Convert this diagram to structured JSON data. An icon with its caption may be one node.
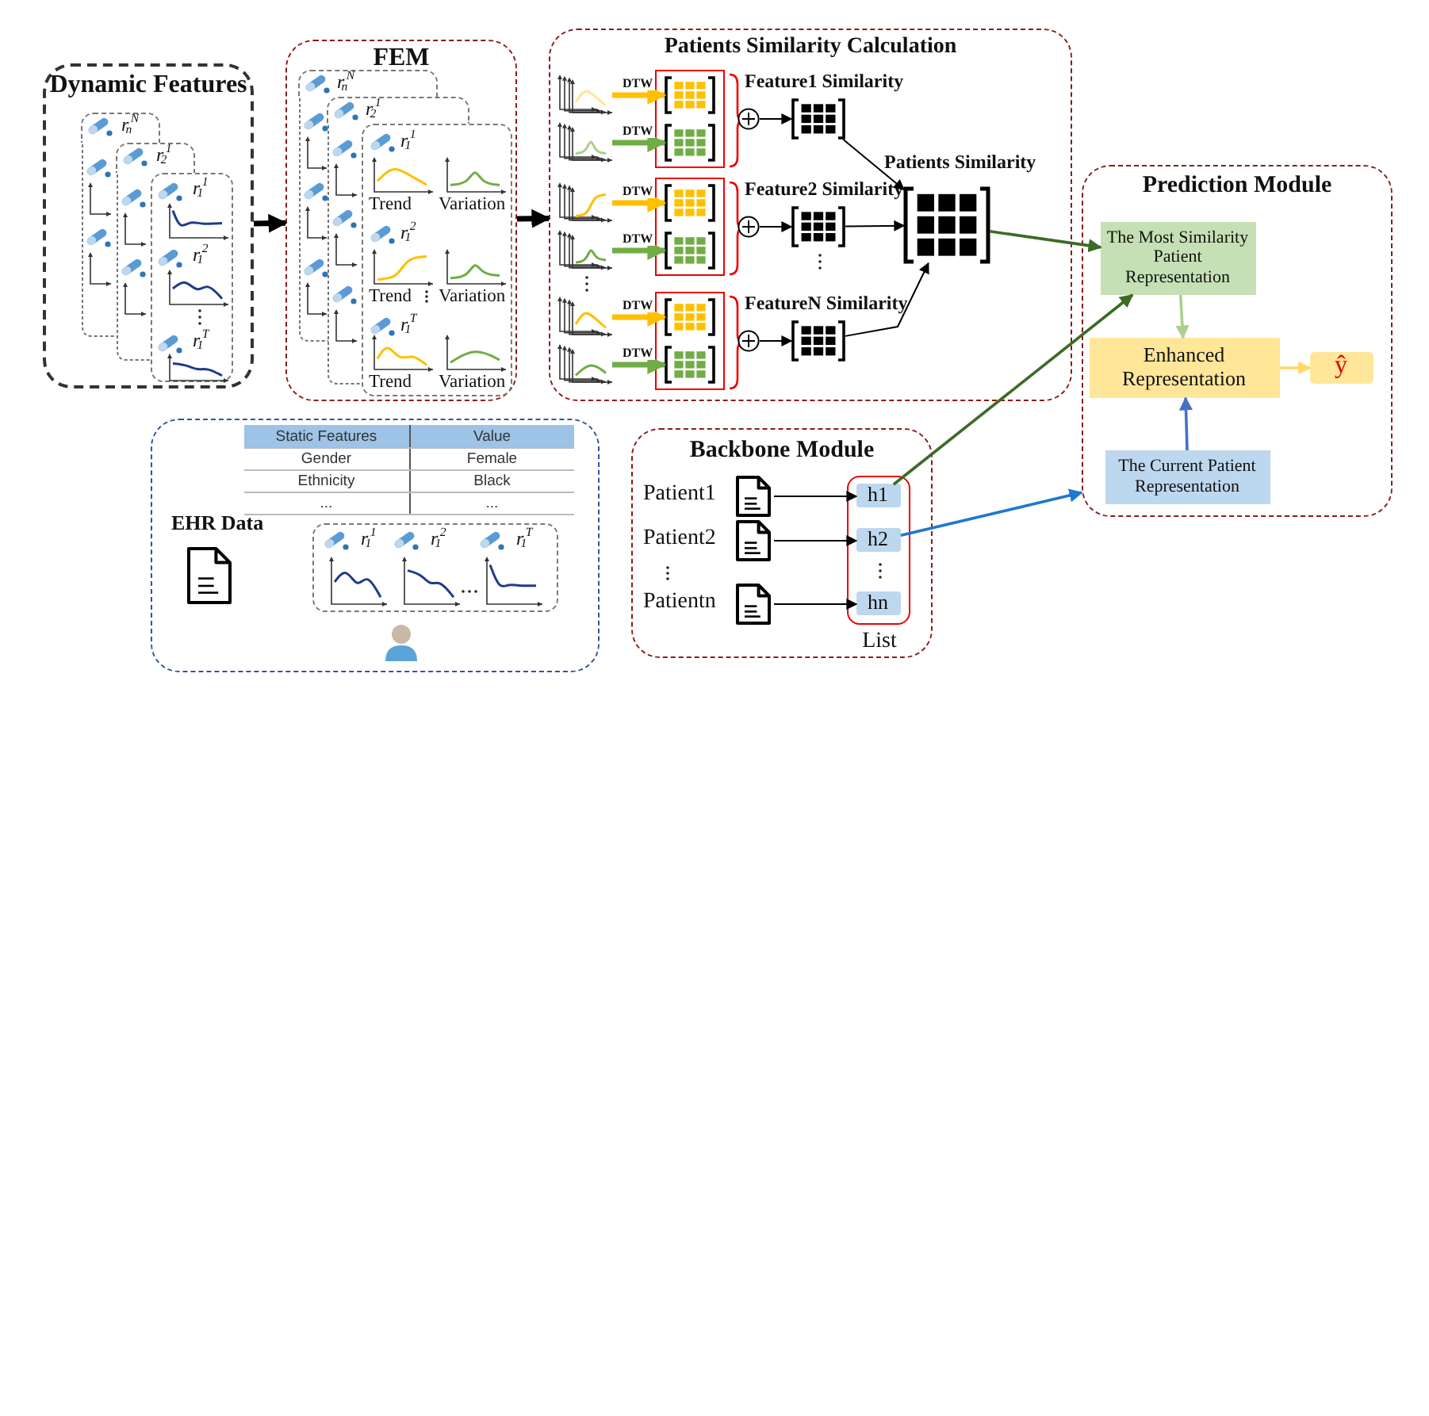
{
  "diagram": {
    "nodes": [
      {
        "text": [
          "Dynamic Features"
        ]
      },
      {
        "text": [
          "r$_{n}$$^{N}$"
        ],
        "in": 0
      },
      {
        "text": [
          "r$_{2}$$^{1}$"
        ],
        "in": 0
      },
      {
        "text": [
          "r$_{1}$$^{1}$",
          "r$_{1}$$^{2}$",
          "r$_{1}$$^{T}$"
        ],
        "in": 0
      },
      {
        "text": [
          "FEM"
        ]
      },
      {
        "text": [
          "r$_{n}$$^{N}$"
        ],
        "in": 4
      },
      {
        "text": [
          "r$_{2}$$^{1}$"
        ],
        "in": 4
      },
      {
        "text": [
          "r$_{1}$$^{1}$",
          "Trend",
          "Variation",
          "r$_{1}$$^{2}$",
          "Trend",
          "Variation",
          "r$_{1}$$^{T}$",
          "Trend",
          "Variation"
        ],
        "in": 4
      },
      {
        "text": [
          "Patients Similarity Calculation"
        ]
      },
      {
        "text": [],
        "shape": "picture",
        "in": 8
      },
      {
        "text": [],
        "shape": "picture",
        "in": 8
      },
      {
        "text": [],
        "shape": "picture",
        "in": 8
      },
      {
        "text": [],
        "shape": "picture",
        "in": 8
      },
      {
        "text": [],
        "shape": "picture",
        "in": 8
      },
      {
        "text": [],
        "shape": "picture",
        "in": 8
      },
      {
        "text": [],
        "shape": "box",
        "in": 8
      },
      {
        "text": [],
        "shape": "picture",
        "in": 15
      },
      {
        "text": [],
        "shape": "picture",
        "in": 15
      },
      {
        "text": [],
        "shape": "box",
        "in": 8
      },
      {
        "text": [],
        "shape": "picture",
        "in": 18
      },
      {
        "text": [],
        "shape": "picture",
        "in": 18
      },
      {
        "text": [],
        "shape": "box",
        "in": 8
      },
      {
        "text": [],
        "shape": "picture",
        "in": 21
      },
      {
        "text": [],
        "shape": "picture",
        "in": 21
      },
      {
        "text": [],
        "shape": "circle",
        "in": 8
      },
      {
        "text": [],
        "shape": "circle",
        "in": 8
      },
      {
        "text": [],
        "shape": "circle",
        "in": 8
      },
      {
        "text": [],
        "shape": "picture",
        "in": 8,
        "beside": [
          "Feature1 Similarity"
        ]
      },
      {
        "text": [],
        "shape": "picture",
        "in": 8,
        "beside": [
          "Feature2 Similarity"
        ]
      },
      {
        "text": [],
        "shape": "picture",
        "in": 8,
        "beside": [
          "FeatureN Similarity"
        ]
      },
      {
        "text": [],
        "shape": "picture",
        "in": 8,
        "beside": [
          "Patients Similarity"
        ]
      },
      {
        "text": [
          "Prediction Module"
        ]
      },
      {
        "text": [
          "The Most Similarity Patient Representation"
        ],
        "in": 31
      },
      {
        "text": [
          "Enhanced Representation"
        ],
        "in": 31
      },
      {
        "text": [
          "ŷ"
        ],
        "in": 31
      },
      {
        "text": [
          "The Current Patient Representation"
        ],
        "in": 31
      },
      {
        "text": [
          "EHR Data"
        ]
      },
      {
        "text": [
          "r$_{1}$$^{1}$",
          "r$_{1}$$^{2}$",
          "r$_{1}$$^{T}$"
        ],
        "in": 36
      },
      {
        "text": [
          "Backbone Module"
        ]
      },
      {
        "text": [
          "Patient1"
        ],
        "in": 38
      },
      {
        "text": [
          "Patient2"
        ],
        "in": 38
      },
      {
        "text": [
          "Patientn"
        ],
        "in": 38
      },
      {
        "text": [],
        "shape": "box",
        "in": 38,
        "beside": [
          "List"
        ]
      },
      {
        "text": [
          "h1"
        ],
        "in": 42
      },
      {
        "text": [
          "h2"
        ],
        "in": 42
      },
      {
        "text": [
          "hn"
        ],
        "in": 42
      }
    ],
    "edges": [
      {
        "from": 0,
        "to": 4,
        "arrow": "to",
        "style": "thick"
      },
      {
        "from": 4,
        "to": 8,
        "arrow": "to",
        "style": "thick"
      },
      {
        "from": 9,
        "to": 16,
        "arrow": "to",
        "label": "DTW",
        "style": "thick",
        "color": "#ffc000"
      },
      {
        "from": 10,
        "to": 17,
        "arrow": "to",
        "label": "DTW",
        "style": "thick",
        "color": "#70ad47"
      },
      {
        "from": 11,
        "to": 19,
        "arrow": "to",
        "label": "DTW",
        "style": "thick",
        "color": "#ffc000"
      },
      {
        "from": 12,
        "to": 20,
        "arrow": "to",
        "label": "DTW",
        "style": "thick",
        "color": "#70ad47"
      },
      {
        "from": 13,
        "to": 22,
        "arrow": "to",
        "label": "DTW",
        "style": "thick",
        "color": "#ffc000"
      },
      {
        "from": 14,
        "to": 23,
        "arrow": "to",
        "label": "DTW",
        "style": "thick",
        "color": "#70ad47"
      },
      {
        "from": 24,
        "to": 27,
        "arrow": "to"
      },
      {
        "from": 25,
        "to": 28,
        "arrow": "to"
      },
      {
        "from": 26,
        "to": 29,
        "arrow": "to"
      },
      {
        "from": 27,
        "to": 30,
        "arrow": "to"
      },
      {
        "from": 28,
        "to": 30,
        "arrow": "to"
      },
      {
        "from": 29,
        "to": 30,
        "arrow": "to"
      },
      {
        "from": 30,
        "to": 32,
        "arrow": "to",
        "color": "#3b6b26"
      },
      {
        "from": 43,
        "to": 32,
        "arrow": "to",
        "color": "#3b6b26"
      },
      {
        "from": 44,
        "to": 31,
        "arrow": "to",
        "color": "#1f77d0"
      },
      {
        "from": 32,
        "to": 33,
        "arrow": "to",
        "color": "#a9d18e"
      },
      {
        "from": 35,
        "to": 33,
        "arrow": "to",
        "color": "#4472c4"
      },
      {
        "from": 33,
        "to": 34,
        "arrow": "to",
        "color": "#ffd966"
      },
      {
        "from": 39,
        "to": 43,
        "arrow": "to"
      },
      {
        "from": 40,
        "to": 44,
        "arrow": "to"
      },
      {
        "from": 41,
        "to": 45,
        "arrow": "to"
      }
    ],
    "labels": [
      "Static Features",
      "Value",
      "Gender",
      "Female",
      "Ethnicity",
      "Black",
      "...",
      "..."
    ]
  }
}
